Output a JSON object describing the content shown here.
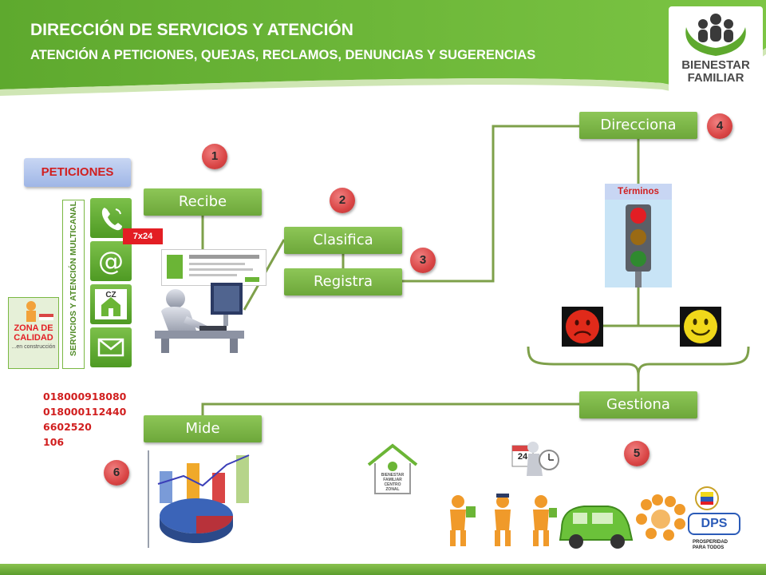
{
  "header": {
    "title": "DIRECCIÓN DE SERVICIOS Y ATENCIÓN",
    "subtitle": "ATENCIÓN A PETICIONES, QUEJAS,  RECLAMOS, DENUNCIAS Y SUGERENCIAS",
    "logo_text_1": "BIENESTAR",
    "logo_text_2": "FAMILIAR",
    "brand_color": "#6bb536"
  },
  "left": {
    "peticiones_label": "PETICIONES",
    "channel_label": "SERVICIOS Y ATENCIÓN MULTICANAL",
    "tag_724": "7x24",
    "cz_label": "CZ",
    "quality_logo": [
      "ZONA DE",
      "CALIDAD",
      "...en construcción"
    ],
    "phones": [
      "018000918080",
      "018000112440",
      "6602520",
      "106"
    ],
    "icons": [
      "phone-icon",
      "at-sign-icon",
      "house-icon",
      "envelope-icon"
    ]
  },
  "steps": {
    "recibe": "Recibe",
    "clasifica": "Clasifica",
    "registra": "Registra",
    "direcciona": "Direcciona",
    "gestiona": "Gestiona",
    "mide": "Mide"
  },
  "numbers": {
    "n1": "1",
    "n2": "2",
    "n3": "3",
    "n4": "4",
    "n5": "5",
    "n6": "6"
  },
  "traffic": {
    "terminos_label": "Términos",
    "lights": [
      "red",
      "amber",
      "green"
    ]
  },
  "calendar_day": "24",
  "centro_zonal_label": [
    "BIENESTAR",
    "FAMILIAR",
    "CENTRO",
    "ZONAL"
  ],
  "dps": {
    "label": "DPS",
    "tagline_1": "PROSPERIDAD",
    "tagline_2": "PARA TODOS"
  },
  "colors": {
    "step_green": "#7ab843",
    "connector": "#7ea04a",
    "number_red": "#d94545",
    "alert_red": "#d11f1f"
  }
}
